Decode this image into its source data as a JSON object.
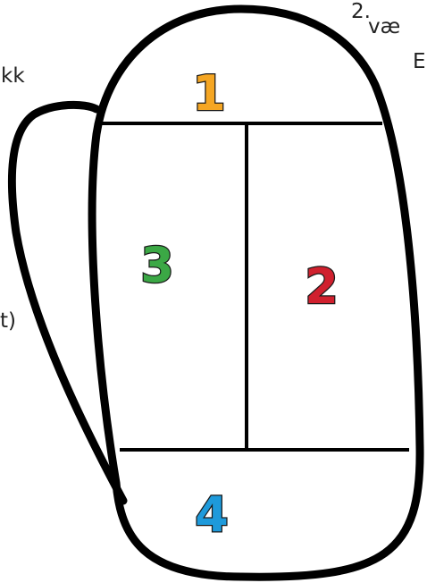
{
  "fragments": {
    "top_right_line1": "2.",
    "top_right_line2": "væ",
    "top_right_line3": "E",
    "left_line1": "kk",
    "left_line2": "t)"
  },
  "zones": [
    {
      "number": "1",
      "color": "#F5A623"
    },
    {
      "number": "2",
      "color": "#D0202E"
    },
    {
      "number": "3",
      "color": "#3BA845"
    },
    {
      "number": "4",
      "color": "#1E9ADB"
    }
  ],
  "outline_color": "#000000"
}
